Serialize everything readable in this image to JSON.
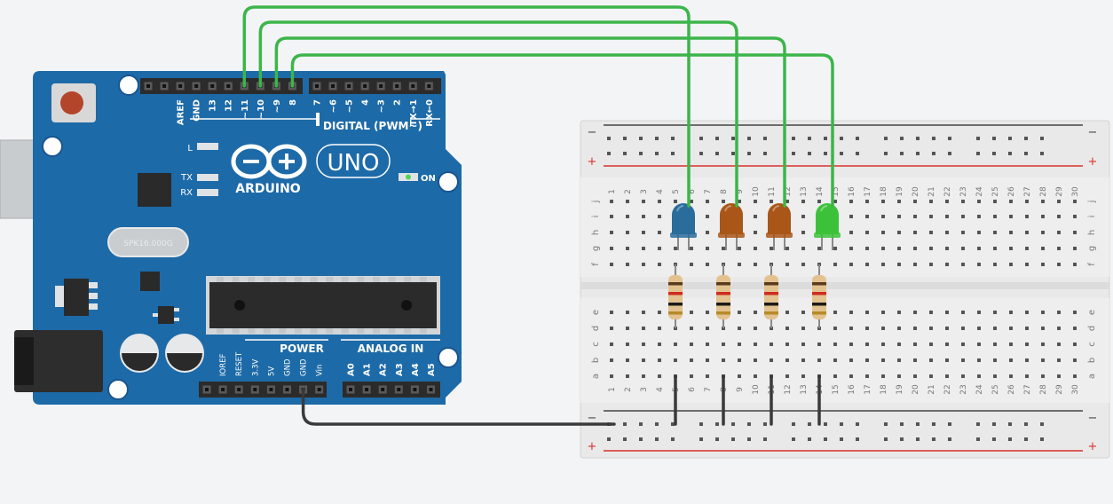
{
  "board": {
    "logo": "ARDUINO",
    "model": "UNO",
    "crystal": "SPK16.000G",
    "led_l": "L",
    "led_tx": "TX",
    "led_rx": "RX",
    "on": "ON",
    "digital_label": "DIGITAL (PWM~)",
    "digital_pins": [
      "AREF",
      "GND",
      "13",
      "12",
      "~11",
      "~10",
      "~9",
      "8",
      "7",
      "~6",
      "~5",
      "4",
      "~3",
      "2",
      "TX→1",
      "RX←0"
    ],
    "power_label": "POWER",
    "analog_label": "ANALOG IN",
    "power_pins": [
      "IOREF",
      "RESET",
      "3.3V",
      "5V",
      "GND",
      "GND",
      "Vin"
    ],
    "analog_pins": [
      "A0",
      "A1",
      "A2",
      "A3",
      "A4",
      "A5"
    ]
  },
  "breadboard": {
    "columns": [
      "1",
      "2",
      "3",
      "4",
      "5",
      "6",
      "7",
      "8",
      "9",
      "10",
      "11",
      "12",
      "13",
      "14",
      "15",
      "16",
      "17",
      "18",
      "19",
      "20",
      "21",
      "22",
      "23",
      "24",
      "25",
      "26",
      "27",
      "28",
      "29",
      "30"
    ],
    "rows_top": [
      "j",
      "i",
      "h",
      "g",
      "f"
    ],
    "rows_bottom": [
      "e",
      "d",
      "c",
      "b",
      "a"
    ],
    "rail_minus": "−",
    "rail_plus": "+"
  },
  "colors": {
    "board": "#1d6aa8",
    "wire_signal": "#3cb54a",
    "wire_ground": "#3a3a3a",
    "rail_red": "#d9312b"
  },
  "components": {
    "leds": [
      {
        "color": "blue",
        "hex": "#2a6c9c",
        "pin": "~11",
        "column": "5"
      },
      {
        "color": "orange",
        "hex": "#a95618",
        "pin": "~10",
        "column": "8"
      },
      {
        "color": "orange",
        "hex": "#a95618",
        "pin": "~9",
        "column": "11"
      },
      {
        "color": "green",
        "hex": "#3cc23a",
        "pin": "8",
        "column": "14"
      }
    ],
    "resistors": 4
  }
}
